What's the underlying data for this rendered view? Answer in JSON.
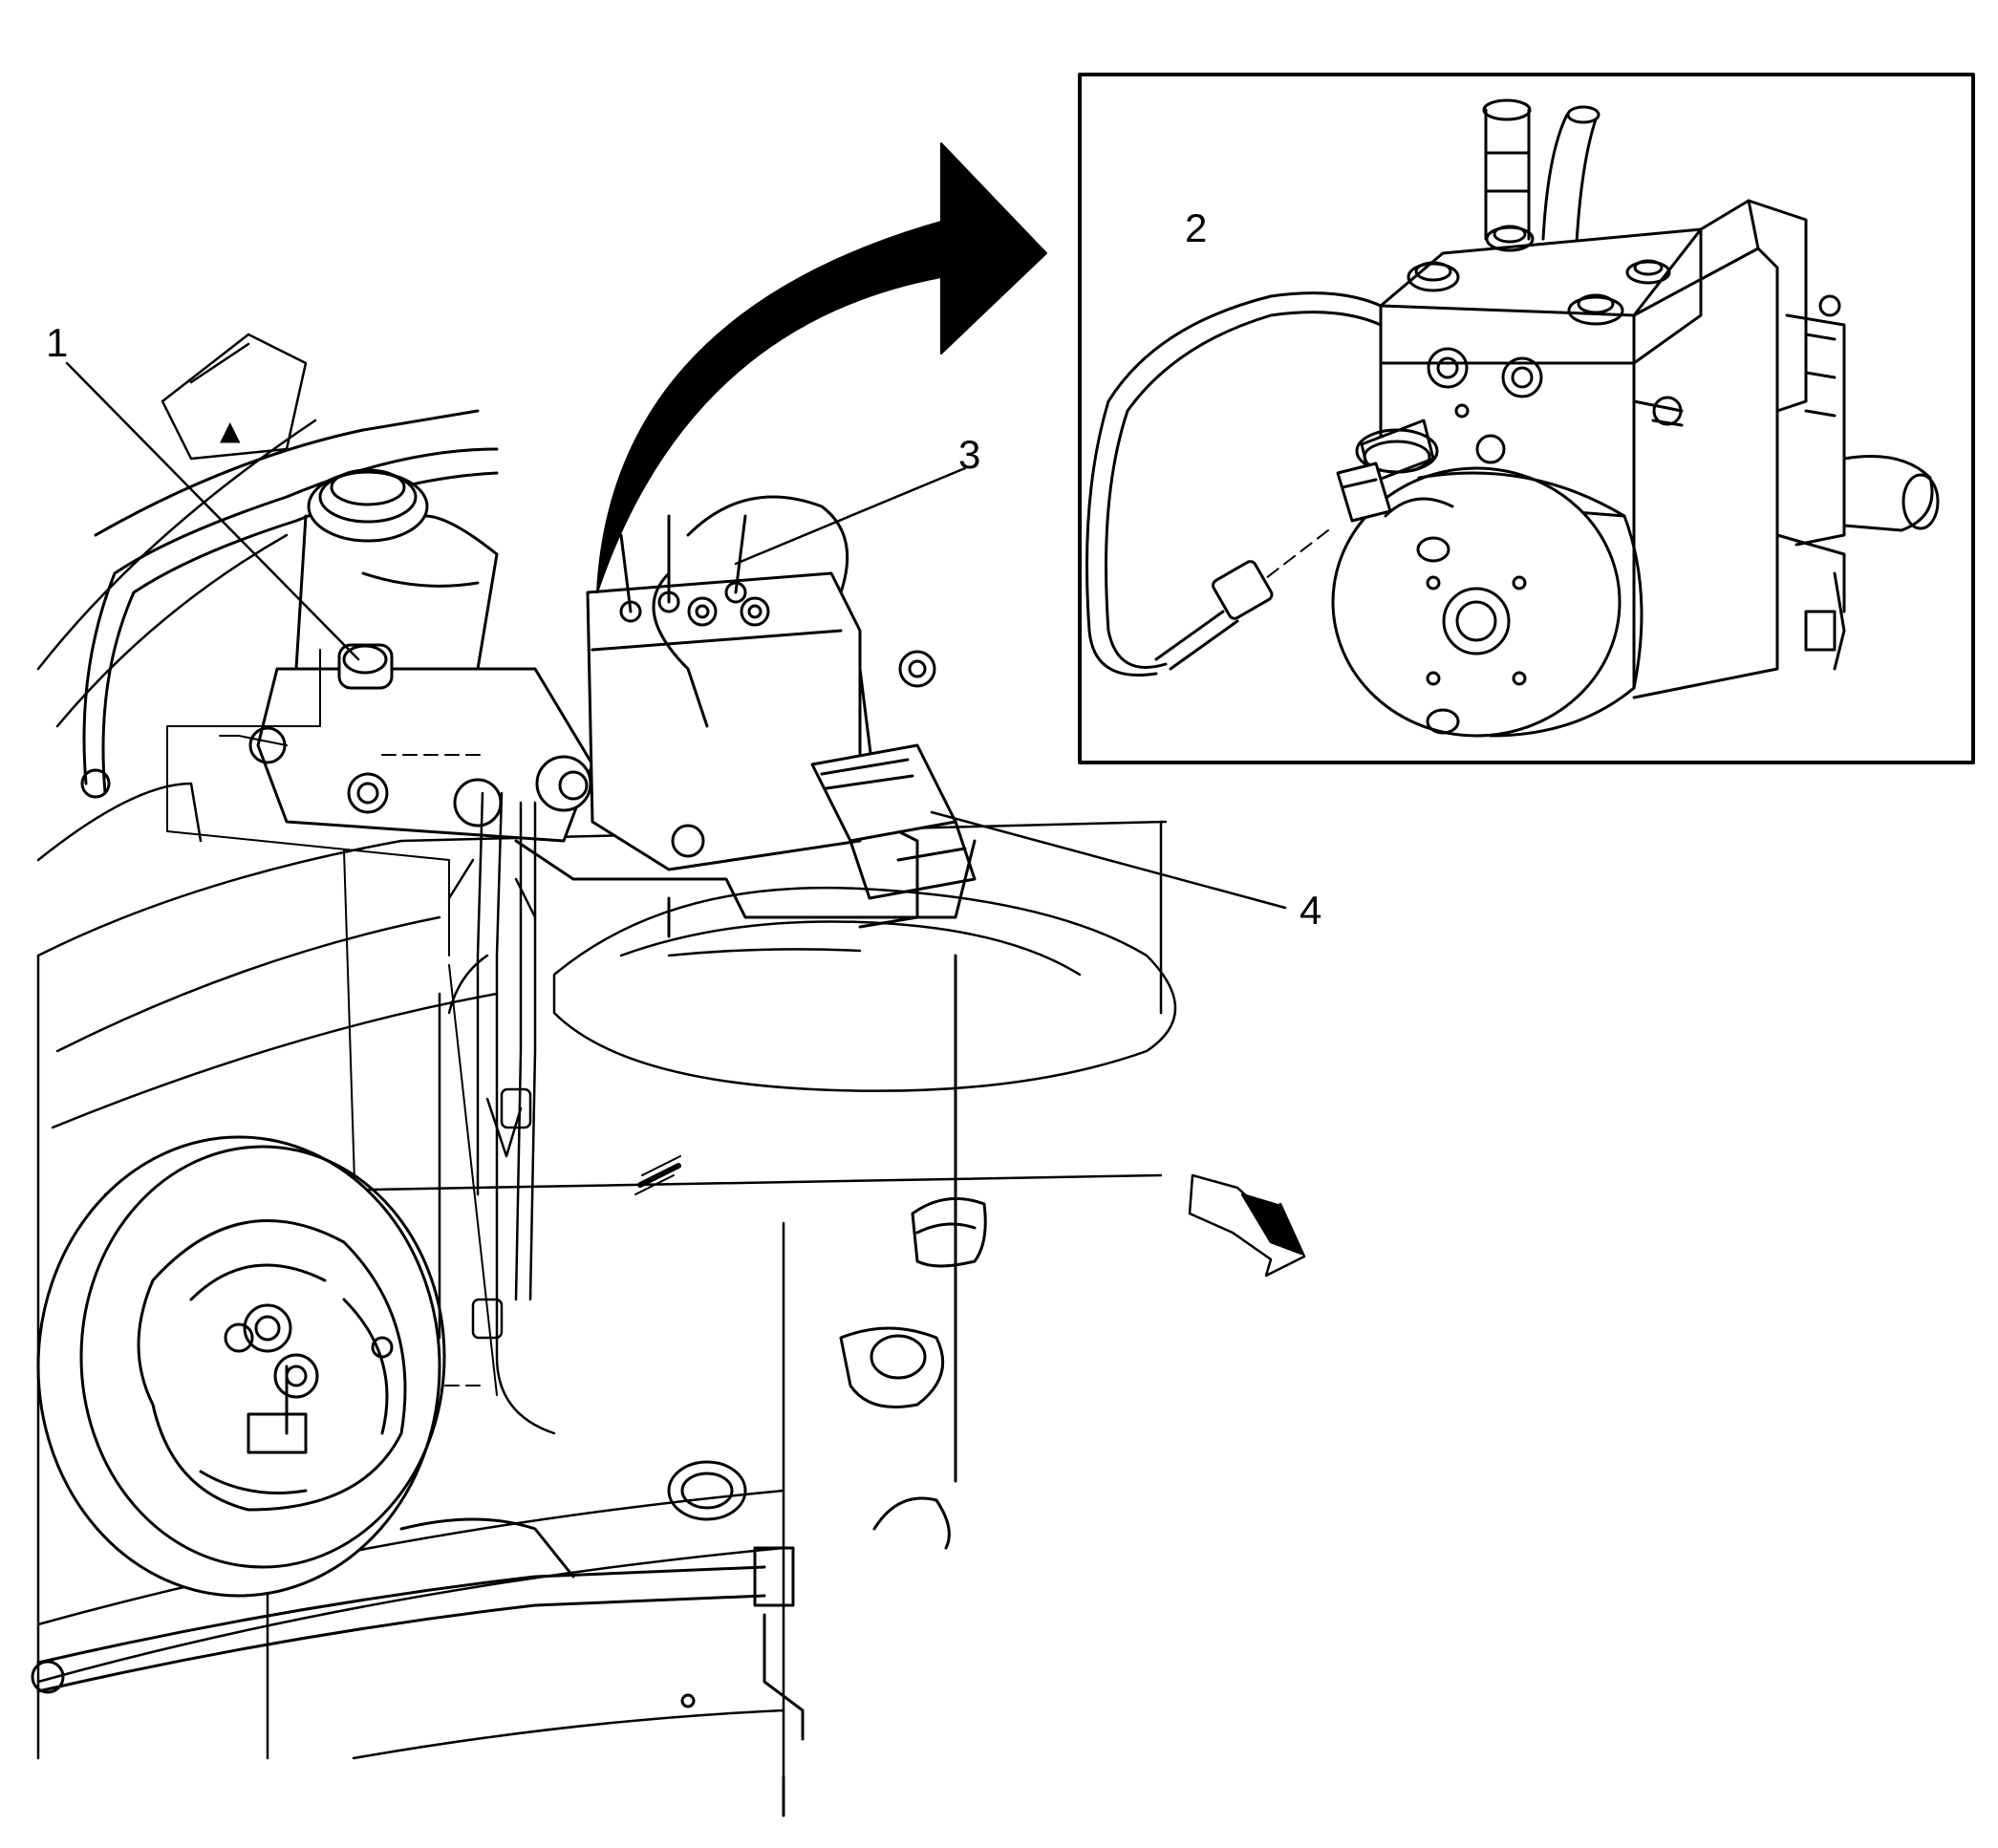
{
  "callouts": [
    {
      "id": "1",
      "label": "1"
    },
    {
      "id": "2",
      "label": "2"
    },
    {
      "id": "3",
      "label": "3"
    },
    {
      "id": "4",
      "label": "4"
    }
  ],
  "colors": {
    "line": "#000000",
    "fill": "#ffffff"
  },
  "icons": {
    "transfer_arrow": "curved-arrow-icon",
    "direction_arrow": "vehicle-front-arrow-icon"
  }
}
